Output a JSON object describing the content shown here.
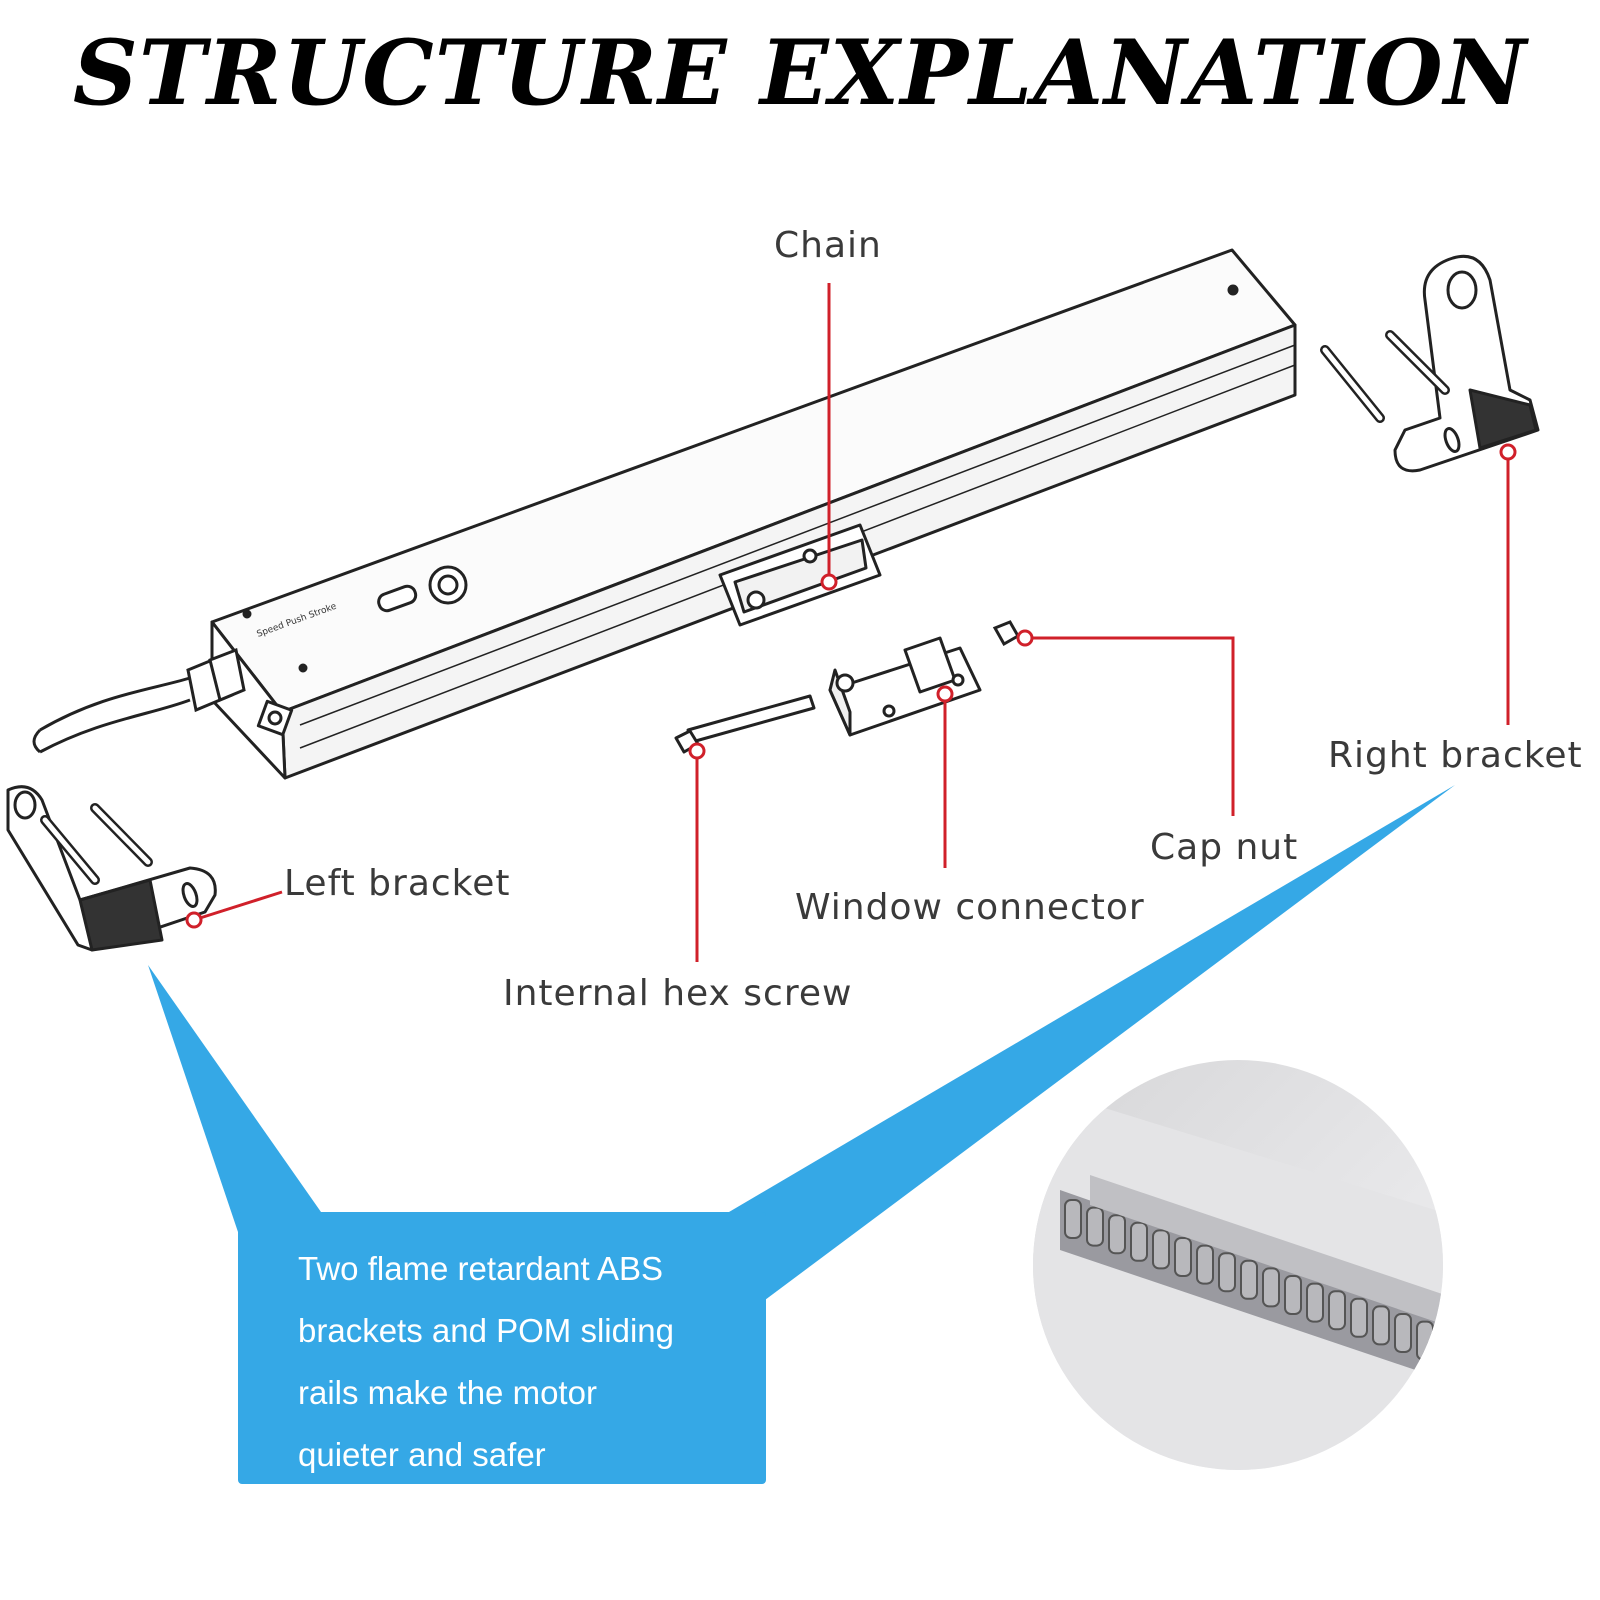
{
  "title": "STRUCTURE EXPLANATION",
  "labels": {
    "chain": "Chain",
    "right_bracket": "Right  bracket",
    "left_bracket": "Left bracket",
    "cap_nut": "Cap nut",
    "window_connector": "Window  connector",
    "internal_hex_screw": "Internal hex  screw"
  },
  "callout": {
    "lines": [
      "Two flame retardant ABS",
      "brackets and POM sliding",
      "rails make the motor",
      "quieter and safer"
    ]
  },
  "motor_markings": "Speed  Push  Stroke",
  "colors": {
    "leader_line": "#d0202a",
    "callout_blue": "#35a8e6",
    "outline": "#222222"
  }
}
